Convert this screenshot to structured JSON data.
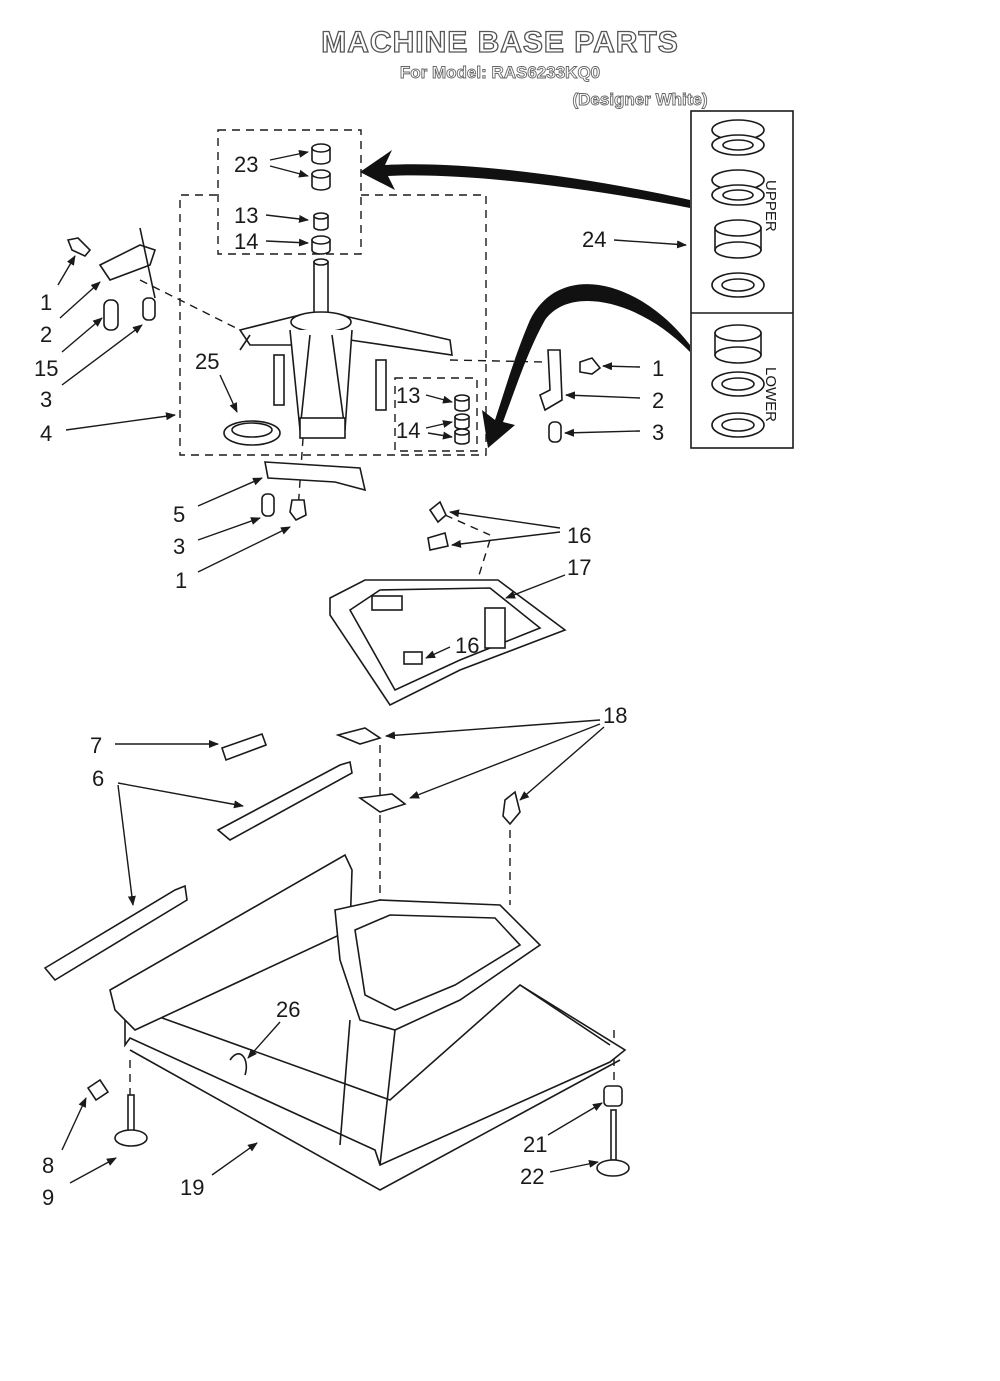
{
  "header": {
    "title": "MACHINE BASE PARTS",
    "model": "For Model: RAS6233KQ0",
    "color": "(Designer White)"
  },
  "kit_labels": {
    "upper": "UPPER",
    "lower": "LOWER"
  },
  "callouts": [
    {
      "id": "c23",
      "label": "23"
    },
    {
      "id": "c13a",
      "label": "13"
    },
    {
      "id": "c14a",
      "label": "14"
    },
    {
      "id": "c24",
      "label": "24"
    },
    {
      "id": "c1a",
      "label": "1"
    },
    {
      "id": "c2a",
      "label": "2"
    },
    {
      "id": "c15",
      "label": "15"
    },
    {
      "id": "c3a",
      "label": "3"
    },
    {
      "id": "c25",
      "label": "25"
    },
    {
      "id": "c4",
      "label": "4"
    },
    {
      "id": "c13b",
      "label": "13"
    },
    {
      "id": "c14b",
      "label": "14"
    },
    {
      "id": "c1b",
      "label": "1"
    },
    {
      "id": "c2b",
      "label": "2"
    },
    {
      "id": "c3b",
      "label": "3"
    },
    {
      "id": "c5",
      "label": "5"
    },
    {
      "id": "c3c",
      "label": "3"
    },
    {
      "id": "c1c",
      "label": "1"
    },
    {
      "id": "c16a",
      "label": "16"
    },
    {
      "id": "c17",
      "label": "17"
    },
    {
      "id": "c16b",
      "label": "16"
    },
    {
      "id": "c7",
      "label": "7"
    },
    {
      "id": "c18",
      "label": "18"
    },
    {
      "id": "c6",
      "label": "6"
    },
    {
      "id": "c26",
      "label": "26"
    },
    {
      "id": "c8",
      "label": "8"
    },
    {
      "id": "c9",
      "label": "9"
    },
    {
      "id": "c19",
      "label": "19"
    },
    {
      "id": "c21",
      "label": "21"
    },
    {
      "id": "c22",
      "label": "22"
    }
  ]
}
